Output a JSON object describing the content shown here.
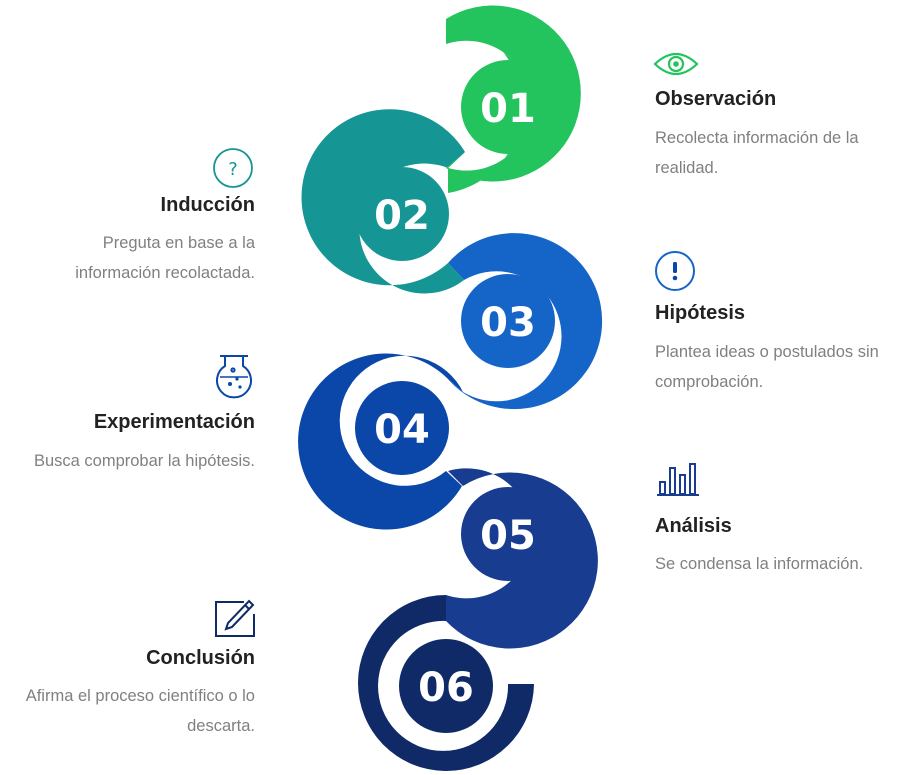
{
  "steps": [
    {
      "number": "01",
      "title": "Observación",
      "description": "Recolecta información de la realidad.",
      "color": "#23c45e",
      "icon": "eye-icon"
    },
    {
      "number": "02",
      "title": "Inducción",
      "description": "Preguta en base a la información recolactada.",
      "color": "#169595",
      "icon": "question-icon"
    },
    {
      "number": "03",
      "title": "Hipótesis",
      "description": "Plantea ideas o postulados sin comprobación.",
      "color": "#1565c8",
      "icon": "exclamation-icon"
    },
    {
      "number": "04",
      "title": "Experimentación",
      "description": "Busca comprobar la hipótesis.",
      "color": "#0a47a8",
      "icon": "flask-icon"
    },
    {
      "number": "05",
      "title": "Análisis",
      "description": "Se condensa la información.",
      "color": "#183c8f",
      "icon": "bar-chart-icon"
    },
    {
      "number": "06",
      "title": "Conclusión",
      "description": "Afirma el proceso científico o lo descarta.",
      "color": "#0f2a66",
      "icon": "edit-icon"
    }
  ]
}
